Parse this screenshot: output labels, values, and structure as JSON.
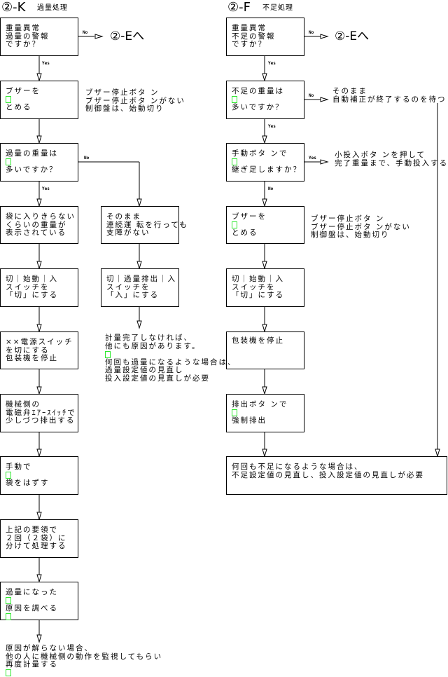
{
  "left": {
    "title": "②-K",
    "subtitle": "過量処理",
    "goto": "②-Eへ",
    "nodes": {
      "kq": {
        "lines": [
          "重量異常",
          "過量の警報",
          "ですか？"
        ]
      },
      "kbuz": {
        "lines": [
          "ブザーを",
          "",
          "とめる"
        ],
        "markers": [
          1
        ]
      },
      "kover": {
        "lines": [
          "過量の重量は",
          "",
          "多いですか？"
        ],
        "markers": [
          1
        ]
      },
      "kbag": {
        "lines": [
          "袋に入りきらない",
          "くらいの重量が",
          "表示されている"
        ]
      },
      "kswitch": {
        "lines": [
          "切｜始動｜入",
          "スイッチを",
          "「切」にする"
        ]
      },
      "kpower": {
        "lines": [
          "××電源スイッチ",
          "を切にする",
          "包装機を停止"
        ]
      },
      "kvalve": {
        "lines": [
          "機械側の",
          "電磁弁ｴｱｰｽｲｯﾁで",
          "少しづつ排出する"
        ]
      },
      "kmanual": {
        "lines": [
          "手動で",
          "",
          "袋をはずす"
        ],
        "markers": [
          1
        ]
      },
      "ksplit": {
        "lines": [
          "上記の要領で",
          "２回（２袋）に",
          "分けて処理する"
        ]
      },
      "kcause": {
        "lines": [
          "過量になった",
          "",
          "原因を調べる",
          ""
        ],
        "markers": [
          1,
          3
        ]
      },
      "kok": {
        "lines": [
          "そのまま",
          "連続運 転を行っても",
          "支障がない"
        ]
      },
      "kexh": {
        "lines": [
          "切｜過量排出｜入",
          "スイッチを",
          "「入」にする"
        ]
      }
    },
    "notes": {
      "kbuznote": {
        "lines": [
          "ブザー停止ボタ ン",
          "ブザー停止ボタ ンがない",
          "制御盤は、始動切り"
        ]
      },
      "kexhnote": {
        "lines": [
          "計量完了しなければ、",
          "他にも原因があります。",
          "",
          "何回も過量になるような場合は、",
          "過量設定値の見直し",
          "投入設定値の見直しが必要"
        ],
        "markers": [
          2
        ]
      },
      "kfinal": {
        "lines": [
          "原因が解らない場合、",
          "他の人に機械側の動作を監視してもらい",
          "再度計量する",
          ""
        ],
        "markers": [
          3
        ]
      }
    },
    "labels": {
      "q_no": "No",
      "q_yes": "Yes",
      "over_no": "No",
      "over_yes": "Yes"
    }
  },
  "right": {
    "title": "②-F",
    "subtitle": "不足処理",
    "goto": "②-Eへ",
    "nodes": {
      "fq": {
        "lines": [
          "重量異常",
          "不足の警報",
          "ですか？"
        ]
      },
      "fshort": {
        "lines": [
          "不足の重量は",
          "",
          "多いですか？"
        ],
        "markers": [
          1
        ]
      },
      "fman": {
        "lines": [
          "手動ボタ ンで",
          "",
          "継ぎ足しますか？"
        ],
        "markers": [
          1
        ]
      },
      "fbuz": {
        "lines": [
          "ブザーを",
          "",
          "とめる"
        ],
        "markers": [
          1
        ]
      },
      "fswitch": {
        "lines": [
          "切｜始動｜入",
          "スイッチを",
          "「切」にする"
        ]
      },
      "fstop": {
        "lines": [
          "包装機を停止"
        ]
      },
      "fdis": {
        "lines": [
          "排出ボタ ンで",
          "",
          "強制排出"
        ],
        "markers": [
          1
        ]
      },
      "ffinal": {
        "lines": [
          "何回も不足になるような場合は、",
          "不足設定値の見直し、投入設定値の見直しが必要"
        ]
      }
    },
    "notes": {
      "fshortnote": {
        "lines": [
          "そのまま",
          "自動補正が終了するのを待つ"
        ]
      },
      "fmannote": {
        "lines": [
          "小投入ボタ ンを押して",
          "完了重量まで、手動投入する"
        ]
      },
      "fbuznote": {
        "lines": [
          "ブザー停止ボタ ン",
          "ブザー停止ボタ ンがない",
          "制御盤は、始動切り"
        ]
      }
    },
    "labels": {
      "q_no": "No",
      "q_yes": "Yes",
      "short_no": "No",
      "short_yes": "Yes",
      "man_yes": "Yes",
      "man_no": "No"
    }
  },
  "colors": {
    "line": "#000000",
    "marker": "#2ee82e"
  }
}
